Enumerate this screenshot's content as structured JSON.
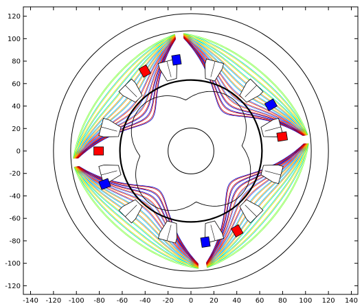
{
  "chart_data": {
    "type": "contour",
    "title": "",
    "xlabel": "",
    "ylabel": "",
    "xlim": [
      -145,
      147
    ],
    "ylim": [
      -130,
      126
    ],
    "x_ticks": [
      -140,
      -120,
      -100,
      -80,
      -60,
      -40,
      -20,
      0,
      20,
      40,
      60,
      80,
      100,
      120,
      140
    ],
    "y_ticks": [
      120,
      100,
      80,
      60,
      40,
      20,
      0,
      -20,
      -40,
      -60,
      -80,
      -100,
      -120
    ],
    "x_tick_labels": [
      "-140",
      "-120",
      "-100",
      "-80",
      "-60",
      "-40",
      "-20",
      "0",
      "20",
      "40",
      "60",
      "80",
      "100",
      "120",
      "140"
    ],
    "y_tick_labels": [
      "120",
      "100",
      "80",
      "60",
      "40",
      "20",
      "0",
      "-20",
      "-40",
      "-60",
      "-80",
      "-100",
      "-120"
    ],
    "geometry": {
      "outer_circle_radius": 120,
      "stator_outer_radius": 105,
      "stator_inner_radius": 62,
      "rotor_outer_radius": 62,
      "shaft_radius": 20,
      "slot_count": 12,
      "rotor_pole_count": 4,
      "magnets": [
        {
          "angle_deg": 120,
          "color": "#ff0000"
        },
        {
          "angle_deg": 99,
          "color": "#0000ff"
        },
        {
          "angle_deg": 30,
          "color": "#0000ff"
        },
        {
          "angle_deg": 9,
          "color": "#ff0000"
        },
        {
          "angle_deg": 180,
          "color": "#ff0000"
        },
        {
          "angle_deg": 201,
          "color": "#0000ff"
        },
        {
          "angle_deg": 279,
          "color": "#0000ff"
        },
        {
          "angle_deg": 300,
          "color": "#ff0000"
        }
      ]
    },
    "contour_colors": [
      "#0000cc",
      "#2f5cff",
      "#00b4ff",
      "#00e0c0",
      "#7cff3c",
      "#e0e000",
      "#ff9a00",
      "#ff3000",
      "#cc0000"
    ],
    "grid": false,
    "legend": "none"
  }
}
